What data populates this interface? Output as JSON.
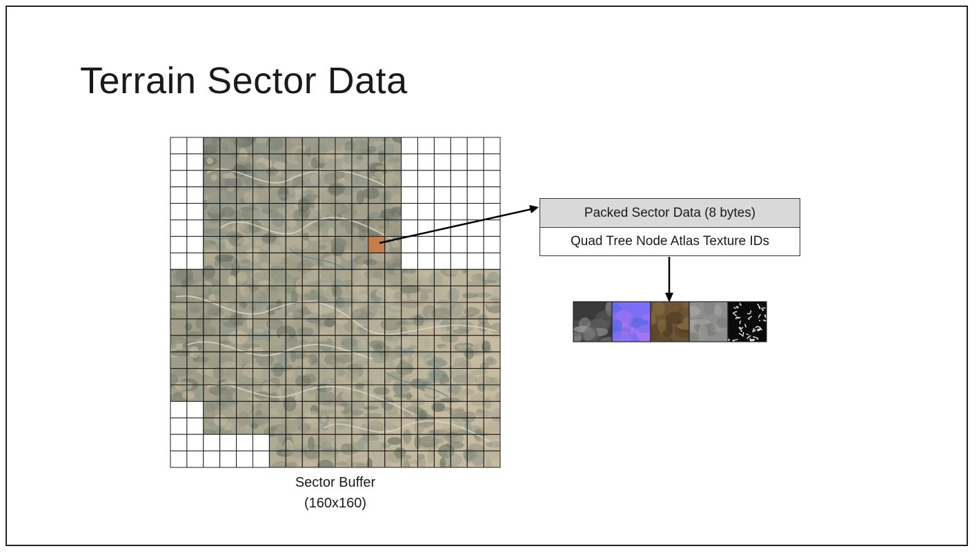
{
  "slide": {
    "title": "Terrain Sector Data"
  },
  "sector_buffer": {
    "label_line1": "Sector Buffer",
    "label_line2": "(160x160)",
    "grid_columns": 20,
    "grid_rows": 20,
    "highlighted_cell": {
      "col": 12,
      "row": 6
    },
    "highlight_color": "#c87a45",
    "empty_cells": {
      "top_left_columns": 2,
      "top_rows": 8,
      "top_right_from_column": 14,
      "bottom_left_rows_from": 16,
      "bottom_left_columns": 2,
      "bottom_left_wide_rows_from": 18,
      "bottom_left_wide_columns": 6
    }
  },
  "packed_sector": {
    "header": "Packed Sector Data (8 bytes)",
    "row": "Quad Tree Node Atlas Texture IDs"
  },
  "texture_swatches": [
    {
      "name": "heightmap",
      "colors": [
        "#3a3a3a",
        "#9a9a9a",
        "#5d5d5d"
      ]
    },
    {
      "name": "normal-map",
      "colors": [
        "#7b6ef5",
        "#5a6ae0",
        "#b478f0"
      ]
    },
    {
      "name": "albedo",
      "colors": [
        "#6d5432",
        "#8a7046",
        "#4e3c22"
      ]
    },
    {
      "name": "detail",
      "colors": [
        "#8e8e8e",
        "#a6a8a2",
        "#7a7c78"
      ]
    },
    {
      "name": "mask",
      "colors": [
        "#0a0a0a",
        "#f2f2f2",
        "#444444"
      ]
    }
  ]
}
